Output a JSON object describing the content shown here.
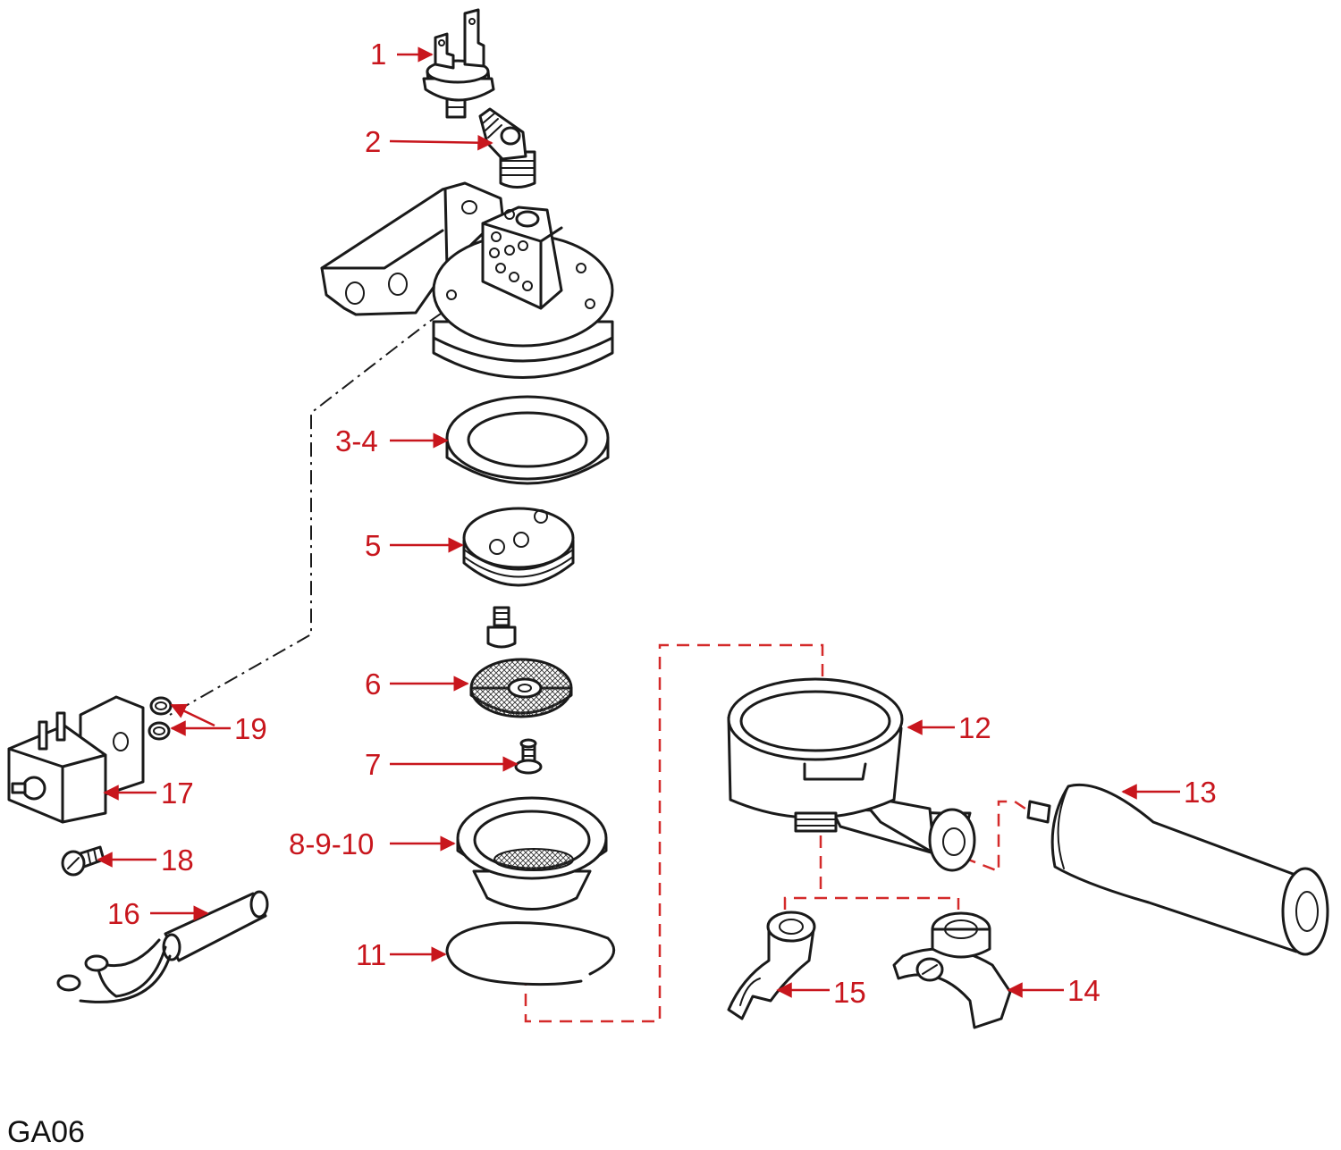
{
  "diagram_code": "GA06",
  "callouts": [
    "1",
    "2",
    "3-4",
    "5",
    "6",
    "7",
    "8-9-10",
    "11",
    "12",
    "13",
    "14",
    "15",
    "16",
    "17",
    "18",
    "19"
  ],
  "colors": {
    "label": "#c8161d",
    "line_art": "#1a1a1a",
    "assembly_dash": "#d42a2a"
  }
}
